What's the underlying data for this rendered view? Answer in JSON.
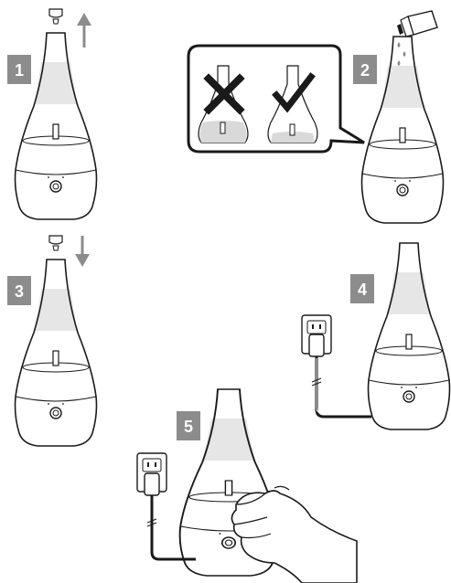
{
  "steps": [
    {
      "number": "1",
      "action": "remove-cap"
    },
    {
      "number": "2",
      "action": "add-oil-drops"
    },
    {
      "number": "3",
      "action": "replace-cap"
    },
    {
      "number": "4",
      "action": "plug-in"
    },
    {
      "number": "5",
      "action": "press-button"
    }
  ],
  "inset": {
    "wrong_icon": "cross-icon",
    "right_icon": "check-icon"
  },
  "colors": {
    "badge": "#8c8c8c",
    "line": "#1a1a1a",
    "water": "#d9d9d9",
    "mist": "#e6e6e6",
    "arrow": "#8c8c8c"
  }
}
